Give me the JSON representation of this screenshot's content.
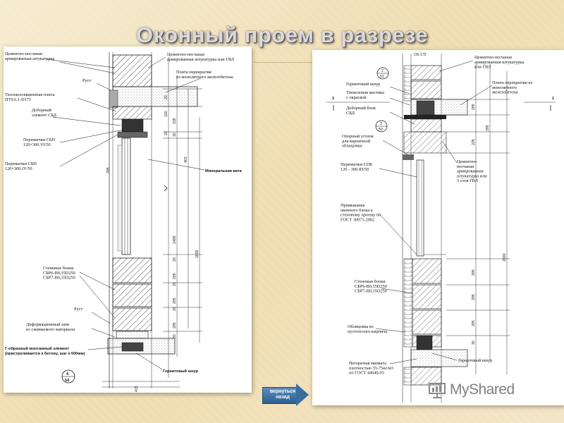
{
  "slide": {
    "title": "Оконный проем в разрезе",
    "back_button": "вернуться\nназад",
    "watermark": "MyShared"
  },
  "left_sheet": {
    "labels": {
      "plaster": "Цементно-песчаная\nармированная штукатурка",
      "plaster_right": "Цементно-песчаная\nармированная штукатурка или ГВЛ",
      "slab": "Плита перекрытия\nиз монолитного железобетона",
      "rust_top": "Руст",
      "insulation": "Теплоизоляционная плита\nПТ9.6.1-D175",
      "sbd": "Доборный\nэлемент СБД",
      "lintel1": "Перемычки СБП\n120×300.VI/50",
      "lintel2": "Перемычки СБП\n120×300.IV/50",
      "mineral_wool": "Минеральная вата",
      "wall_blocks": "Стеновые блоки\nСБР6-В0,35D250\nСБР7-В0,35D250",
      "rust_bottom": "Руст",
      "deform_seam": "Деформационный шов\nиз сжимаемого материала",
      "g_element": "Г-образный монтажный элемент\n(пристреливается к бетону, шаг ≤ 600мм)",
      "hermetic": "Гернитовый шнур",
      "callout_num": "4",
      "callout_den": "54"
    },
    "dims": [
      "20",
      "160",
      "20",
      "335",
      "30",
      "295",
      "403",
      "1499",
      "2000",
      "20",
      "295",
      "20",
      "295",
      "20",
      "295",
      "30",
      "415"
    ]
  },
  "right_sheet": {
    "labels": {
      "top_dim": "СБ-175",
      "plaster": "Цементно-песчаная\nармированная штукатурка\nили ГВЛ",
      "slab": "Плита перекрытия из\nмонолитного\nжелезобетона",
      "hermetic_top": "Гернитовый шнур",
      "mastic": "Тиоколовая мастика\nс окраской",
      "sbd": "Доборный блок\nСБД",
      "support": "Опорный уголок\nдля кирпичной\nоблицовки",
      "lintel": "Перемычки СПБ\n120 - 300.IП/50",
      "plaster_mid": "Цементно-\nпесчаная\nармированная\nштукатурка или\n3 слоя ГВЛ",
      "abut": "Примыкание\nоконного блока к\nстеновому проему по\nГОСТ 30971-2002",
      "wall_blocks": "Стеновые блоки\nСБР6-В0,35D250\nСБР7-В0,35D250",
      "facing": "Облицовка из\nпустотелого кирпича",
      "hermetic_bottom": "Гернитовый шнур",
      "fill": "Негорючая минвата\nплотностью 55-75кг/м3\nпо ГОСТ 44640-93",
      "callout1_num": "2",
      "callout1_den": "51",
      "callout2_num": "3",
      "callout2_den": "50",
      "section_mark": "1"
    },
    "dims": [
      "295",
      "225",
      "295",
      "2000",
      "295",
      "295",
      "295",
      "30"
    ]
  }
}
